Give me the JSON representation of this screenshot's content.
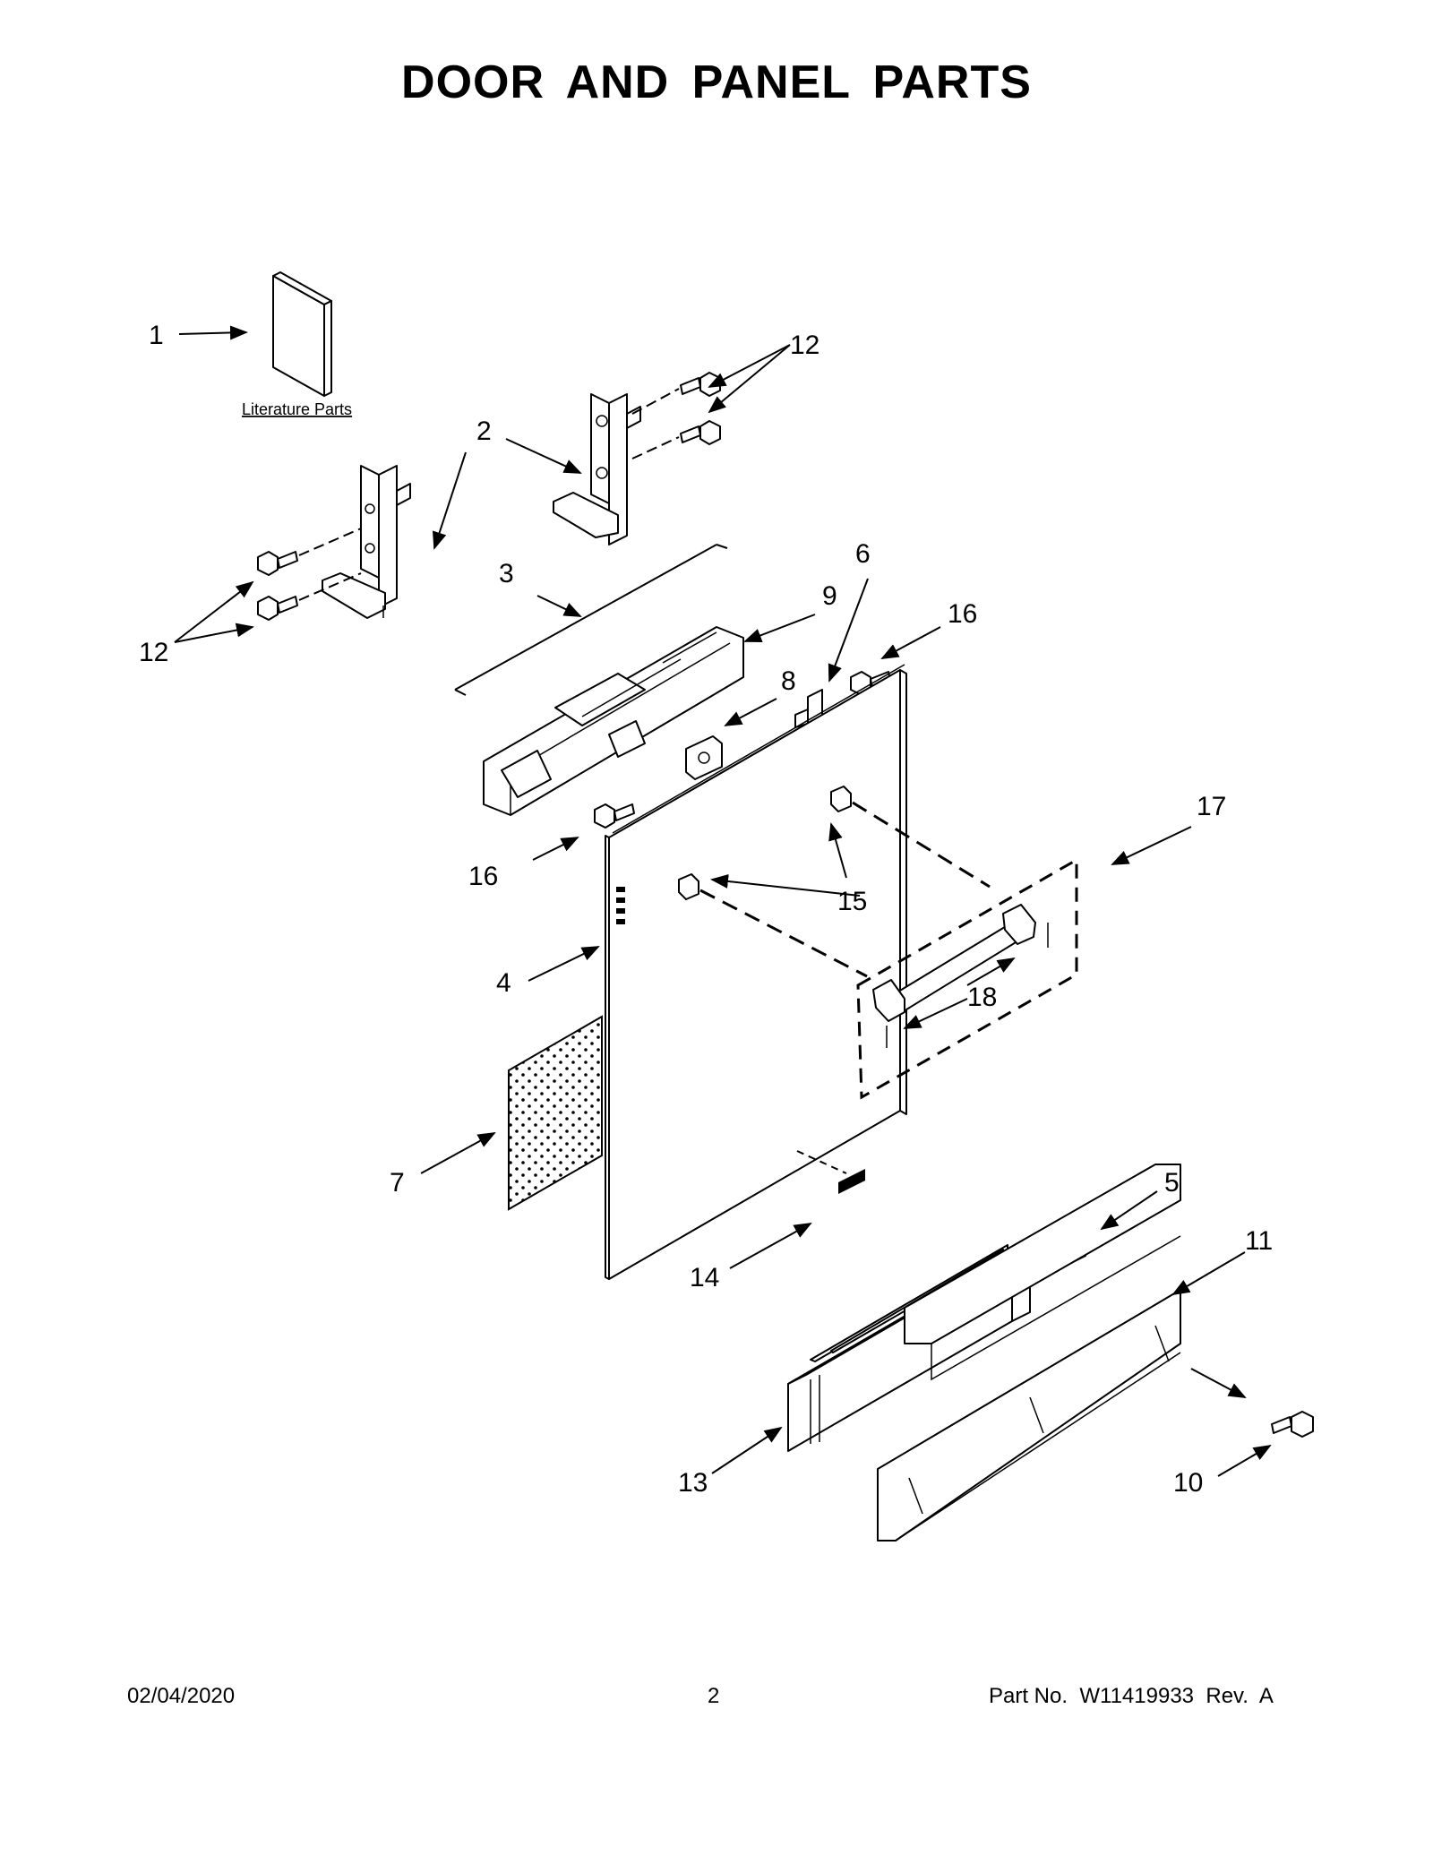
{
  "title": "DOOR AND PANEL PARTS",
  "literature_label": "Literature Parts",
  "callouts": {
    "c1": "1",
    "c2": "2",
    "c3": "3",
    "c4": "4",
    "c5": "5",
    "c6": "6",
    "c7": "7",
    "c8": "8",
    "c9": "9",
    "c10": "10",
    "c11": "11",
    "c12a": "12",
    "c12b": "12",
    "c13": "13",
    "c14": "14",
    "c15": "15",
    "c16a": "16",
    "c16b": "16",
    "c17": "17",
    "c18": "18"
  },
  "footer": {
    "date": "02/04/2020",
    "page": "2",
    "part_no": "Part No.  W11419933  Rev.  A"
  }
}
